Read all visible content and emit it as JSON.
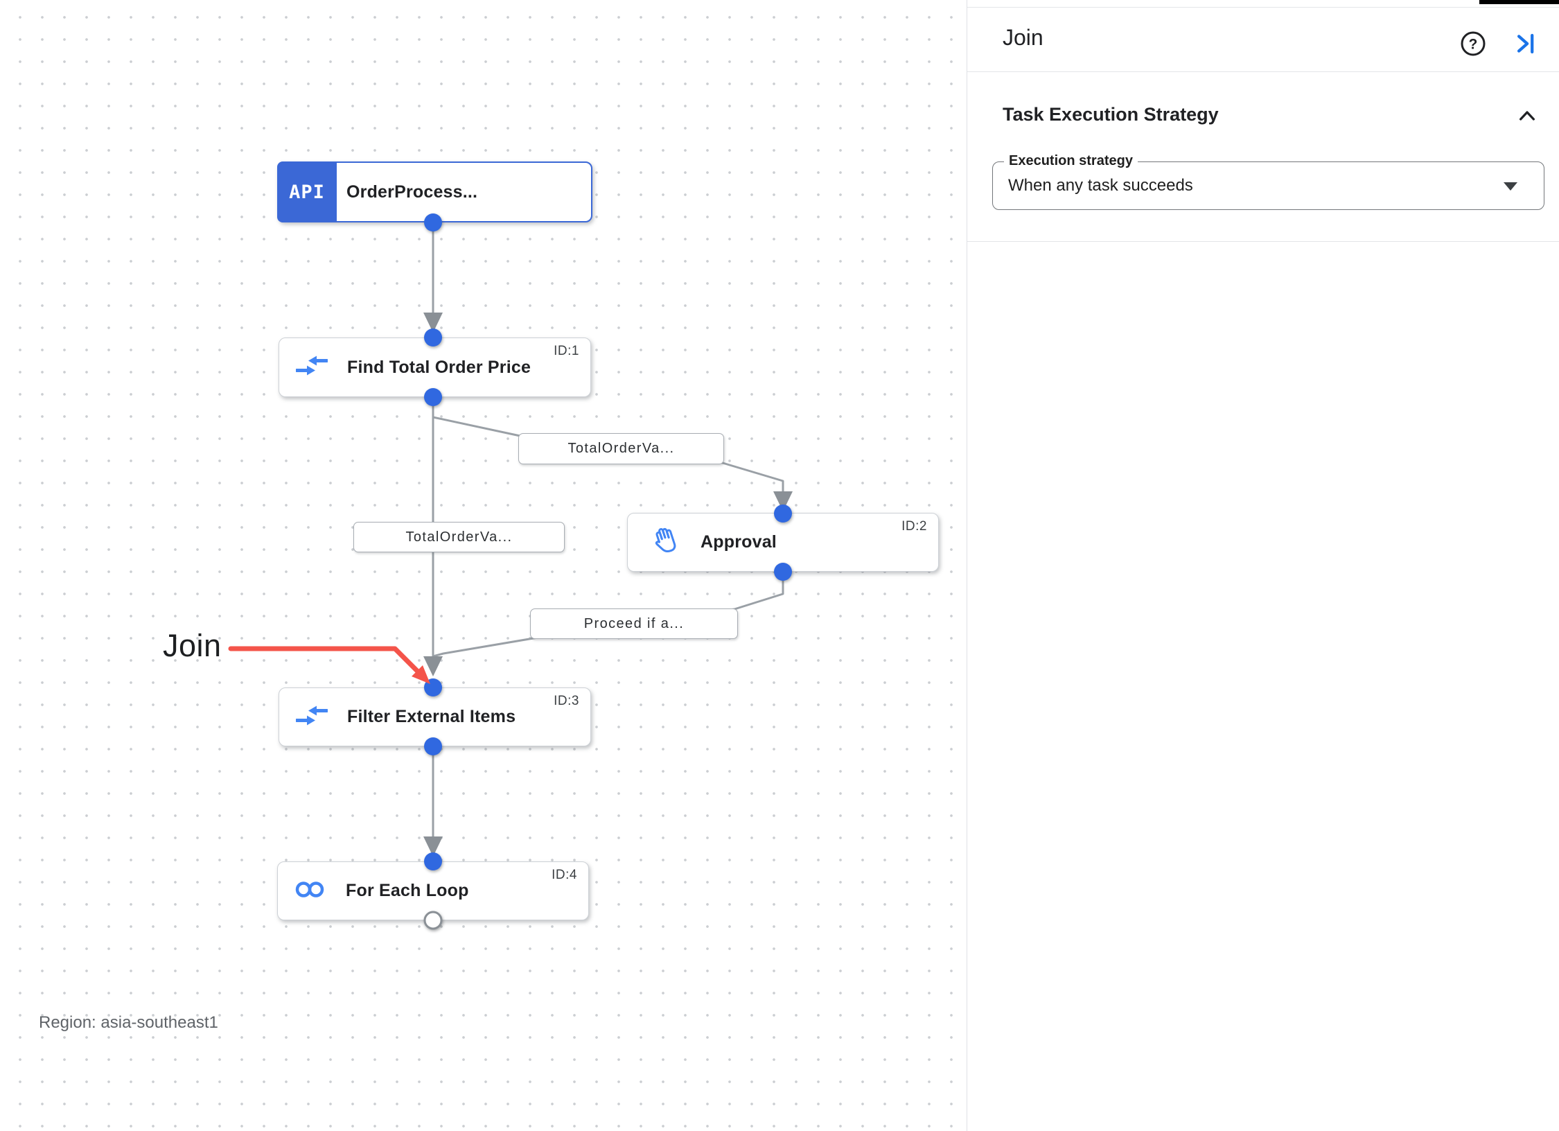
{
  "canvas": {
    "region_label": "Region: asia-southeast1",
    "annotation_label": "Join",
    "nodes": [
      {
        "title": "OrderProcess...",
        "icon": "api-trigger-icon",
        "icon_text": "API",
        "id_label": ""
      },
      {
        "title": "Find Total Order Price",
        "icon": "data-mapping-icon",
        "id_label": "ID:1"
      },
      {
        "title": "Approval",
        "icon": "approval-hand-icon",
        "id_label": "ID:2"
      },
      {
        "title": "Filter External Items",
        "icon": "data-mapping-icon",
        "id_label": "ID:3"
      },
      {
        "title": "For Each Loop",
        "icon": "for-each-loop-icon",
        "id_label": "ID:4"
      }
    ],
    "edge_labels": [
      "TotalOrderVa...",
      "TotalOrderVa...",
      "Proceed if a..."
    ]
  },
  "panel": {
    "title": "Join",
    "section_title": "Task Execution Strategy",
    "execution_strategy_label": "Execution strategy",
    "execution_strategy_value": "When any task succeeds"
  },
  "colors": {
    "node_accent_blue": "#3b68d6",
    "connector_dot_blue": "#3068e0",
    "edge_gray": "#9aa0a6",
    "annotation_red": "#f4544a",
    "panel_link_blue": "#1a73e8",
    "icon_blue": "#4285f4"
  }
}
